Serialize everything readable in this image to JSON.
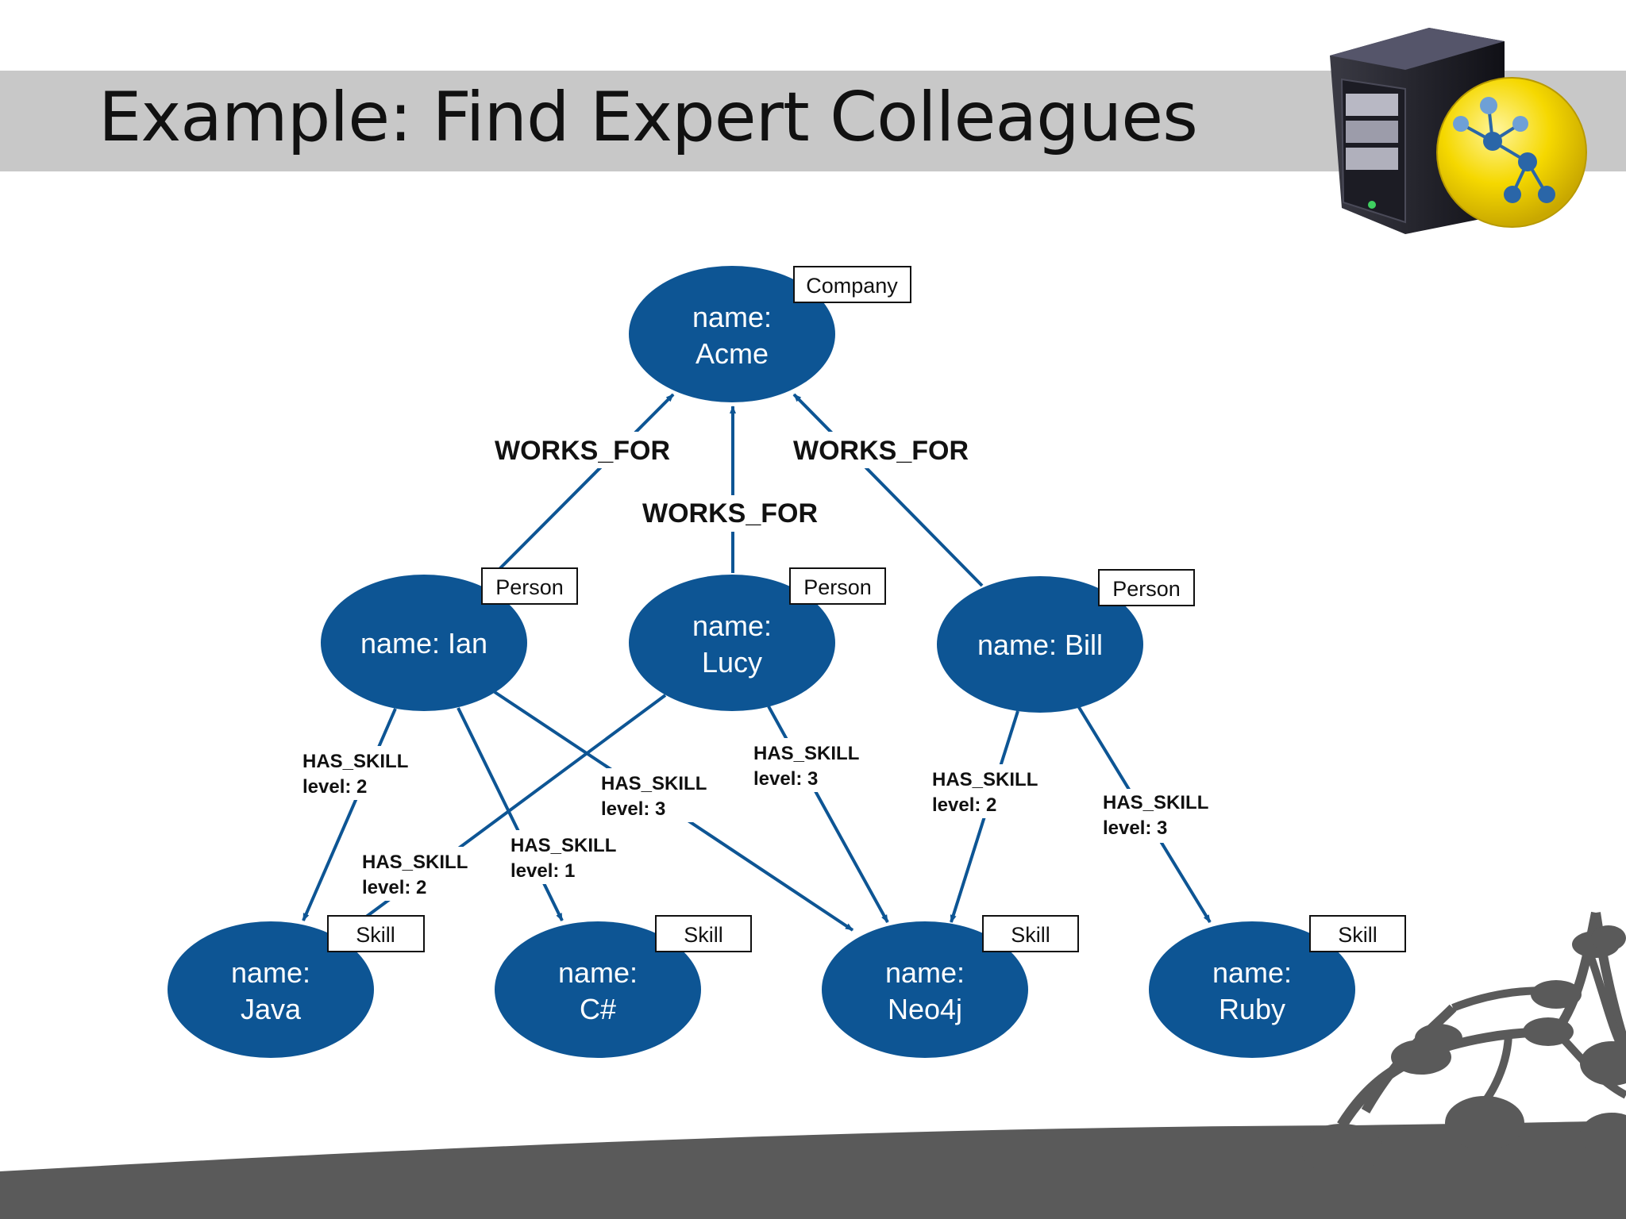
{
  "slide": {
    "title": "Example: Find Expert Colleagues"
  },
  "logo": {
    "icon": "server-graph-icon"
  },
  "colors": {
    "node_fill": "#0d5594",
    "edge": "#0d5594",
    "title_band": "#c8c8c8",
    "decor": "#5a5a5a"
  },
  "nodes": [
    {
      "id": "acme",
      "label": "Company",
      "lines": [
        "name:",
        "Acme"
      ]
    },
    {
      "id": "ian",
      "label": "Person",
      "lines": [
        "name: Ian"
      ]
    },
    {
      "id": "lucy",
      "label": "Person",
      "lines": [
        "name:",
        "Lucy"
      ]
    },
    {
      "id": "bill",
      "label": "Person",
      "lines": [
        "name: Bill"
      ]
    },
    {
      "id": "java",
      "label": "Skill",
      "lines": [
        "name:",
        "Java"
      ]
    },
    {
      "id": "csharp",
      "label": "Skill",
      "lines": [
        "name:",
        "C#"
      ]
    },
    {
      "id": "neo4j",
      "label": "Skill",
      "lines": [
        "name:",
        "Neo4j"
      ]
    },
    {
      "id": "ruby",
      "label": "Skill",
      "lines": [
        "name:",
        "Ruby"
      ]
    }
  ],
  "edges": [
    {
      "from": "ian",
      "to": "acme",
      "type": "WORKS_FOR"
    },
    {
      "from": "lucy",
      "to": "acme",
      "type": "WORKS_FOR"
    },
    {
      "from": "bill",
      "to": "acme",
      "type": "WORKS_FOR"
    },
    {
      "from": "ian",
      "to": "java",
      "type": "HAS_SKILL",
      "prop": "level: 2"
    },
    {
      "from": "ian",
      "to": "csharp",
      "type": "HAS_SKILL",
      "prop": "level: 1"
    },
    {
      "from": "ian",
      "to": "neo4j",
      "type": "HAS_SKILL",
      "prop": "level: 3"
    },
    {
      "from": "lucy",
      "to": "java",
      "type": "HAS_SKILL",
      "prop": "level: 2"
    },
    {
      "from": "lucy",
      "to": "neo4j",
      "type": "HAS_SKILL",
      "prop": "level: 3"
    },
    {
      "from": "bill",
      "to": "neo4j",
      "type": "HAS_SKILL",
      "prop": "level: 2"
    },
    {
      "from": "bill",
      "to": "ruby",
      "type": "HAS_SKILL",
      "prop": "level: 3"
    }
  ]
}
